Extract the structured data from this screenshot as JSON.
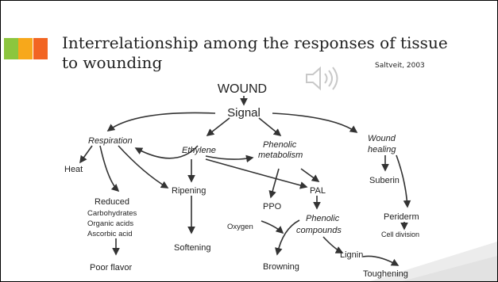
{
  "slide": {
    "title": "Interrelationship among the responses of tissue\nto wounding",
    "citation": "Saltveit, 2003"
  },
  "icons": {
    "speaker": "speaker-audio-icon"
  },
  "diagram": {
    "nodes": {
      "wound": "WOUND",
      "signal": "Signal",
      "respiration": "Respiration",
      "ethylene": "Ethylene",
      "phenolic_metabolism_1": "Phenolic",
      "phenolic_metabolism_2": "metabolism",
      "wound_healing_1": "Wound",
      "wound_healing_2": "healing",
      "heat": "Heat",
      "reduced_1": "Reduced",
      "reduced_2": "Carbohydrates",
      "reduced_3": "Organic acids",
      "reduced_4": "Ascorbic acid",
      "ripening": "Ripening",
      "pal": "PAL",
      "ppo": "PPO",
      "suberin": "Suberin",
      "periderm": "Periderm",
      "cell_division": "Cell division",
      "oxygen": "Oxygen",
      "phenolic_compounds_1": "Phenolic",
      "phenolic_compounds_2": "compounds",
      "softening": "Softening",
      "poor_flavor": "Poor flavor",
      "browning": "Browning",
      "lignin": "Lignin",
      "toughening": "Toughening"
    }
  }
}
